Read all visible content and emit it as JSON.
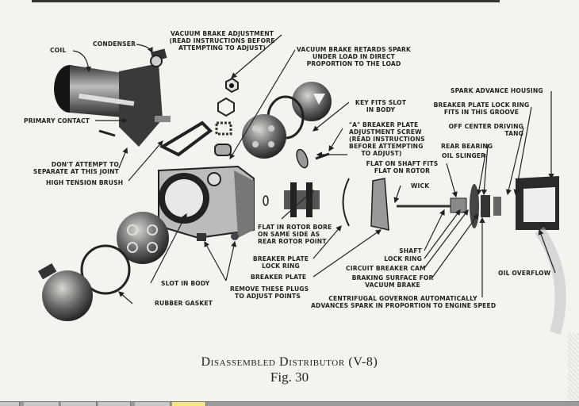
{
  "document": {
    "caption_title": "Disassembled Distributor (V-8)",
    "caption_figure": "Fig. 30"
  },
  "labels": {
    "coil": "COIL",
    "condenser": "CONDENSER",
    "vacuum_brake_adjustment": [
      "VACUUM BRAKE ADJUSTMENT",
      "(READ INSTRUCTIONS BEFORE",
      "ATTEMPTING TO ADJUST)"
    ],
    "vacuum_brake_retards": [
      "VACUUM BRAKE RETARDS SPARK",
      "UNDER LOAD IN DIRECT",
      "PROPORTION TO THE LOAD"
    ],
    "primary_contact": "PRIMARY CONTACT",
    "dont_attempt": [
      "DON'T ATTEMPT TO",
      "SEPARATE AT THIS JOINT"
    ],
    "high_tension_brush": "HIGH TENSION BRUSH",
    "key_fits_slot": [
      "KEY FITS SLOT",
      "IN BODY"
    ],
    "a_breaker_plate": [
      "\"A\" BREAKER PLATE",
      "ADJUSTMENT SCREW",
      "(READ INSTRUCTIONS",
      "BEFORE ATTEMPTING",
      "TO ADJUST)"
    ],
    "spark_advance_housing": "SPARK ADVANCE HOUSING",
    "breaker_plate_lock_ring_groove": [
      "BREAKER PLATE LOCK RING",
      "FITS IN THIS GROOVE"
    ],
    "off_center_driving_tang": [
      "OFF CENTER DRIVING",
      "TANG"
    ],
    "rear_bearing": "REAR BEARING",
    "oil_slinger": "OIL SLINGER",
    "flat_on_shaft": [
      "FLAT ON SHAFT FITS",
      "FLAT ON ROTOR"
    ],
    "wick": "WICK",
    "flat_in_rotor_bore": [
      "FLAT IN ROTOR BORE",
      "ON SAME SIDE AS",
      "REAR ROTOR POINT"
    ],
    "breaker_plate_lock_ring": [
      "BREAKER PLATE",
      "LOCK RING"
    ],
    "breaker_plate": "BREAKER PLATE",
    "shaft": "SHAFT",
    "lock_ring": "LOCK RING",
    "circuit_breaker_cam": "CIRCUIT BREAKER CAM",
    "braking_surface": [
      "BRAKING SURFACE FOR",
      "VACUUM BRAKE"
    ],
    "centrifugal_governor": [
      "CENTRIFUGAL GOVERNOR AUTOMATICALLY",
      "ADVANCES SPARK IN PROPORTION TO ENGINE SPEED"
    ],
    "oil_overflow": "OIL OVERFLOW",
    "slot_in_body": "SLOT IN BODY",
    "remove_plugs": [
      "REMOVE THESE PLUGS",
      "TO ADJUST POINTS"
    ],
    "rubber_gasket": "RUBBER GASKET"
  },
  "taskbar": {
    "buttons": 6,
    "active_index": 5,
    "active_color": "#f2e58a"
  }
}
